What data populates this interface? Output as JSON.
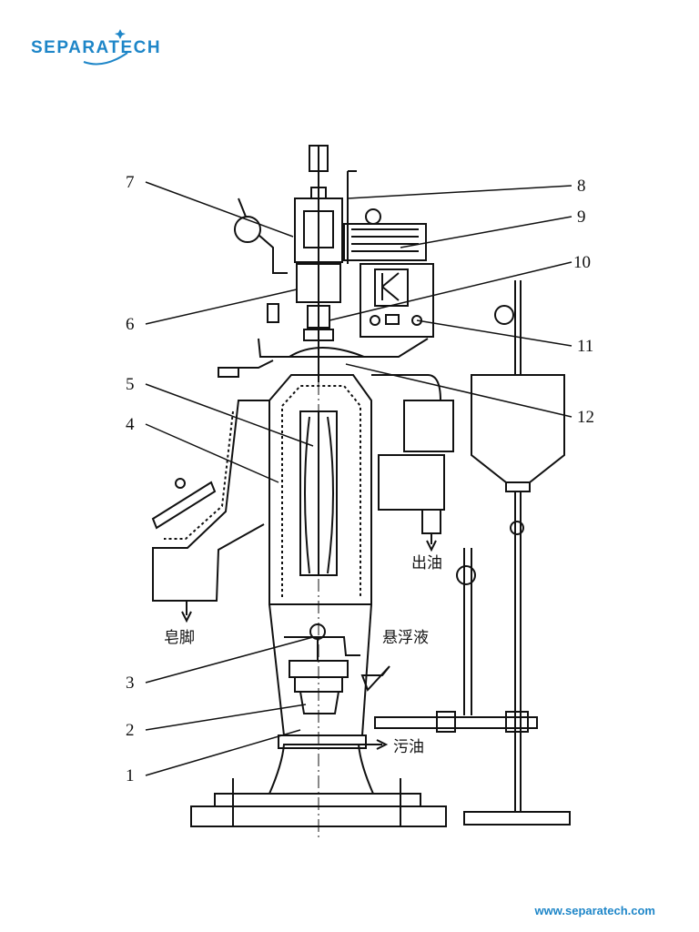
{
  "brand": {
    "name": "SEPARATECH",
    "url": "www.separatech.com",
    "color": "#1e86c8"
  },
  "diagram": {
    "part_numbers": [
      "1",
      "2",
      "3",
      "4",
      "5",
      "6",
      "7",
      "8",
      "9",
      "10",
      "11",
      "12"
    ],
    "outlets": {
      "oil_out": "出油",
      "soapstock": "皂脚",
      "suspension": "悬浮液",
      "dirty_oil": "污油"
    }
  }
}
